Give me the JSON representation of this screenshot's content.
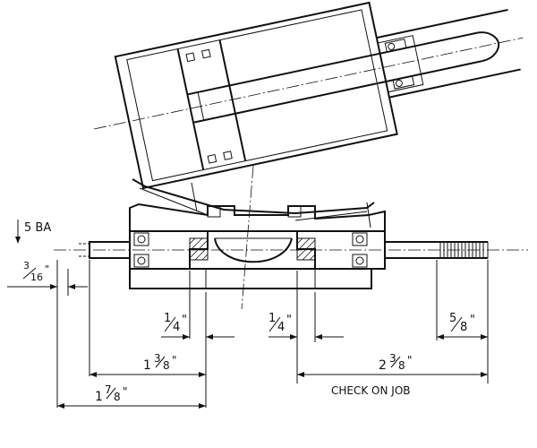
{
  "labels": {
    "thread_callout": "5 BA",
    "dim_3_16": {
      "whole": "",
      "num": "3",
      "den": "16",
      "mark": "\""
    },
    "dim_1_4_left": {
      "whole": "",
      "num": "1",
      "den": "4",
      "mark": "\""
    },
    "dim_1_4_right": {
      "whole": "",
      "num": "1",
      "den": "4",
      "mark": "\""
    },
    "dim_5_8": {
      "whole": "",
      "num": "5",
      "den": "8",
      "mark": "\""
    },
    "dim_1_3_8": {
      "whole": "1",
      "num": "3",
      "den": "8",
      "mark": "\""
    },
    "dim_2_3_8": {
      "whole": "2",
      "num": "3",
      "den": "8",
      "mark": "\""
    },
    "dim_1_7_8": {
      "whole": "1",
      "num": "7",
      "den": "8",
      "mark": "\""
    },
    "check_note": "CHECK ON JOB"
  }
}
